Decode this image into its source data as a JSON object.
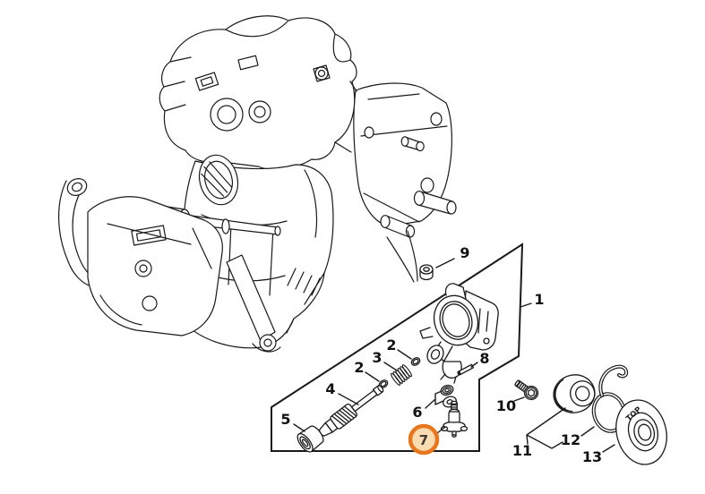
{
  "colors": {
    "background": "#ffffff",
    "ink": "#1a1a1a",
    "label_ink": "#111111",
    "highlight_ring": "#e8761c",
    "highlight_fill": "#fadcb3",
    "highlight_text": "#3f3a35"
  },
  "callouts": {
    "n1": {
      "label": "1"
    },
    "n2a": {
      "label": "2"
    },
    "n2b": {
      "label": "2"
    },
    "n3": {
      "label": "3"
    },
    "n4": {
      "label": "4"
    },
    "n5": {
      "label": "5"
    },
    "n6": {
      "label": "6"
    },
    "n7": {
      "label": "7",
      "selected": true
    },
    "n8": {
      "label": "8"
    },
    "n9": {
      "label": "9"
    },
    "n10": {
      "label": "10"
    },
    "n11": {
      "label": "11"
    },
    "n12": {
      "label": "12"
    },
    "n13": {
      "label": "13"
    }
  },
  "disc": {
    "marking": "TOP"
  }
}
